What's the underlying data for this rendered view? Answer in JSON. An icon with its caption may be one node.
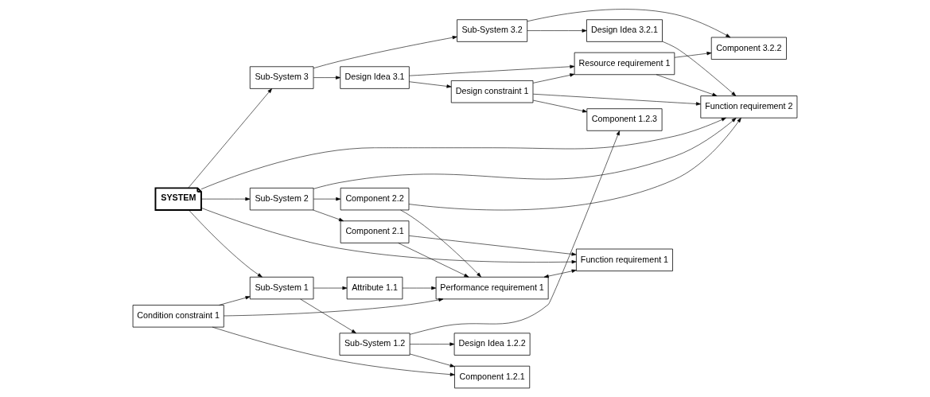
{
  "diagram": {
    "nodes": [
      {
        "text": [
          "Component 2.2"
        ]
      },
      {
        "text": [
          "Performance requirement 1"
        ]
      },
      {
        "text": [
          "Component 2.1"
        ]
      },
      {
        "text": [
          "Sub-System 2"
        ]
      },
      {
        "text": [
          "Design Idea 3.2.1"
        ]
      },
      {
        "text": [
          "Component 3.2.2"
        ]
      },
      {
        "text": [
          "Function requirement 1"
        ]
      },
      {
        "text": [
          "Function requirement 2"
        ]
      },
      {
        "text": [
          "Attribute 1.1"
        ]
      },
      {
        "text": [
          "Sub-System 3.2"
        ]
      },
      {
        "text": [
          "Condition constraint 1"
        ]
      },
      {
        "text": [
          "Sub-System 1"
        ]
      },
      {
        "text": [
          "SYSTEM"
        ]
      },
      {
        "text": [
          "Resource requirement 1"
        ]
      },
      {
        "text": [
          "Sub-System 3"
        ]
      },
      {
        "text": [
          "Sub-System 1.2"
        ]
      },
      {
        "text": [
          "Component 1.2.3"
        ]
      },
      {
        "text": [
          "Component 1.2.1"
        ]
      },
      {
        "text": [
          "Design Idea 1.2.2"
        ]
      },
      {
        "text": [
          "Design constraint 1"
        ]
      },
      {
        "text": [
          "Design Idea 3.1"
        ]
      }
    ],
    "edges": [
      {
        "from": 0,
        "to": 1,
        "arrow": "to"
      },
      {
        "from": 2,
        "to": 1,
        "arrow": "to"
      },
      {
        "from": 3,
        "to": 2,
        "arrow": "to"
      },
      {
        "from": 3,
        "to": 0,
        "arrow": "to"
      },
      {
        "from": 0,
        "to": 7,
        "arrow": "to"
      },
      {
        "from": 3,
        "to": 7,
        "arrow": "to"
      },
      {
        "from": 4,
        "to": 7,
        "arrow": "to"
      },
      {
        "from": 2,
        "to": 6,
        "arrow": "to"
      },
      {
        "from": 1,
        "to": 6,
        "arrow": "both"
      },
      {
        "from": 8,
        "to": 1,
        "arrow": "to"
      },
      {
        "from": 10,
        "to": 1,
        "arrow": "to"
      },
      {
        "from": 11,
        "to": 8,
        "arrow": "to"
      },
      {
        "from": 12,
        "to": 6,
        "arrow": "to"
      },
      {
        "from": 12,
        "to": 3,
        "arrow": "to"
      },
      {
        "from": 12,
        "to": 11,
        "arrow": "to"
      },
      {
        "from": 12,
        "to": 7,
        "arrow": "to"
      },
      {
        "from": 12,
        "to": 14,
        "arrow": "to"
      },
      {
        "from": 10,
        "to": 11,
        "arrow": "to"
      },
      {
        "from": 10,
        "to": 17,
        "arrow": "to"
      },
      {
        "from": 11,
        "to": 15,
        "arrow": "to"
      },
      {
        "from": 15,
        "to": 16,
        "arrow": "to"
      },
      {
        "from": 15,
        "to": 17,
        "arrow": "to"
      },
      {
        "from": 15,
        "to": 18,
        "arrow": "to"
      },
      {
        "from": 9,
        "to": 4,
        "arrow": "to"
      },
      {
        "from": 9,
        "to": 5,
        "arrow": "to"
      },
      {
        "from": 13,
        "to": 5,
        "arrow": "to"
      },
      {
        "from": 13,
        "to": 7,
        "arrow": "to"
      },
      {
        "from": 14,
        "to": 9,
        "arrow": "to"
      },
      {
        "from": 14,
        "to": 20,
        "arrow": "to"
      },
      {
        "from": 20,
        "to": 13,
        "arrow": "to"
      },
      {
        "from": 20,
        "to": 19,
        "arrow": "to"
      },
      {
        "from": 19,
        "to": 16,
        "arrow": "to"
      },
      {
        "from": 19,
        "to": 7,
        "arrow": "to"
      },
      {
        "from": 19,
        "to": 13,
        "arrow": "to"
      }
    ]
  }
}
